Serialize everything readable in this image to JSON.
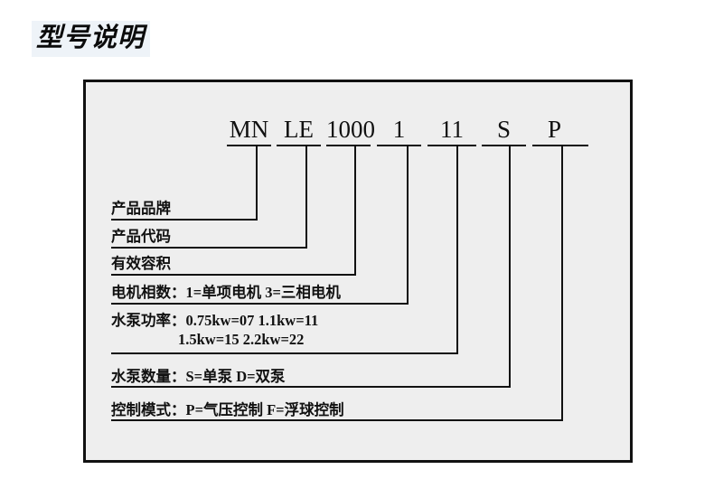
{
  "page": {
    "title": "型号说明",
    "accent_bg": "#eef3f8",
    "panel_bg": "#eeeeee",
    "border_color": "#111111"
  },
  "model_code": {
    "segments": [
      {
        "text": "MN",
        "name": "code-segment-brand"
      },
      {
        "text": "LE",
        "name": "code-segment-product"
      },
      {
        "text": "1000",
        "name": "code-segment-volume"
      },
      {
        "text": "1",
        "name": "code-segment-phase"
      },
      {
        "text": "11",
        "name": "code-segment-power"
      },
      {
        "text": "S",
        "name": "code-segment-pump-count"
      },
      {
        "text": "P",
        "name": "code-segment-control-mode"
      }
    ]
  },
  "legend": {
    "rows": [
      {
        "key": "产品品牌",
        "value": ""
      },
      {
        "key": "产品代码",
        "value": ""
      },
      {
        "key": "有效容积",
        "value": ""
      },
      {
        "key": "电机相数：",
        "value": "1=单项电机  3=三相电机"
      },
      {
        "key": "水泵功率：",
        "value": "0.75kw=07  1.1kw=11",
        "value2": "1.5kw=15   2.2kw=22"
      },
      {
        "key": "水泵数量：",
        "value": "S=单泵    D=双泵"
      },
      {
        "key": "控制模式：",
        "value": "P=气压控制  F=浮球控制"
      }
    ]
  }
}
